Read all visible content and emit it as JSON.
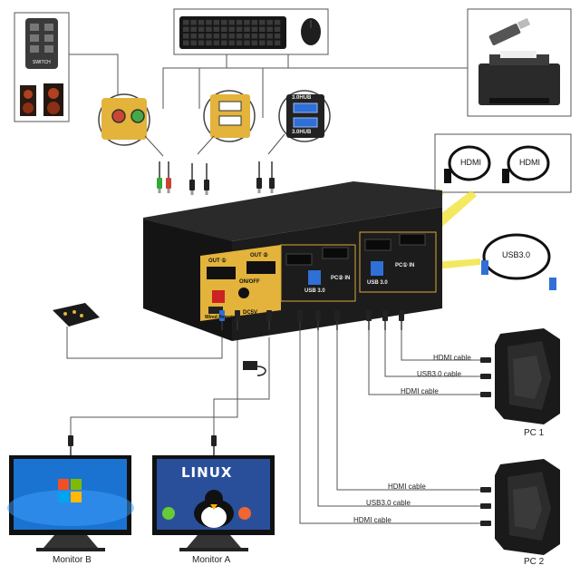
{
  "monitors": [
    {
      "id": "b",
      "label": "Monitor B"
    },
    {
      "id": "a",
      "label": "Monitor A"
    }
  ],
  "pcs": [
    {
      "id": "1",
      "label": "PC 1"
    },
    {
      "id": "2",
      "label": "PC 2"
    }
  ],
  "cables": {
    "pc1": [
      "HDMI cable",
      "USB3.0 cable",
      "HDMI cable"
    ],
    "pc2": [
      "HDMI cable",
      "USB3.0 cable",
      "HDMI cable"
    ]
  },
  "accessory_labels": {
    "hdmi_left": "HDMI",
    "hdmi_right": "HDMI",
    "usb3": "USB3.0",
    "hub_top": "3.0HUB",
    "hub_bottom": "3.0HUB",
    "remote": "SWITCH"
  },
  "device_labels": {
    "out1": "OUT ①",
    "out2": "OUT ②",
    "onoff": "ON/OFF",
    "dc5v": "DC5V",
    "wired_remote": "Wired Remote",
    "usb30_a": "USB 3.0",
    "usb30_b": "USB 3.0",
    "pc1_in": "PC① IN",
    "pc2_in": "PC② IN"
  },
  "screen_text": {
    "linux": "LINUX"
  },
  "colors": {
    "device_body": "#1c1c1c",
    "device_top": "#2a2a2a",
    "gold_panel": "#e3b33b",
    "usb_blue": "#2f6fd6",
    "highlight_yellow": "#f2e33a",
    "line": "#555555",
    "win_blue": "#1a73d0"
  }
}
